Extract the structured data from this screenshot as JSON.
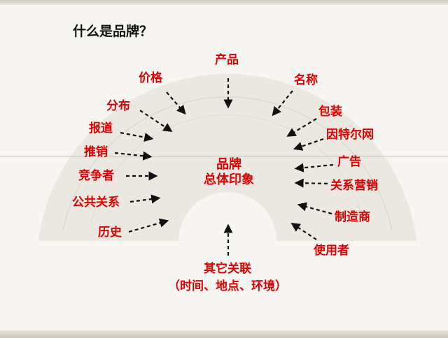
{
  "slide": {
    "title": "什么是品牌？",
    "center": {
      "line1": "品牌",
      "line2": "总体印象"
    },
    "bottom": {
      "line1": "其它关联",
      "line2": "（时间、地点、环境）"
    },
    "labels": {
      "product": "产品",
      "price": "价格",
      "name": "名称",
      "distribution": "分布",
      "packaging": "包装",
      "report": "报道",
      "internet": "因特尔网",
      "promotion": "推销",
      "advertising": "广告",
      "competitor": "竞争者",
      "relationship_marketing": "关系营销",
      "public_relations": "公共关系",
      "manufacturer": "制造商",
      "history": "历史",
      "user": "使用者"
    },
    "colors": {
      "accent": "#e00000",
      "title": "#111111",
      "arrow": "#111111"
    }
  }
}
